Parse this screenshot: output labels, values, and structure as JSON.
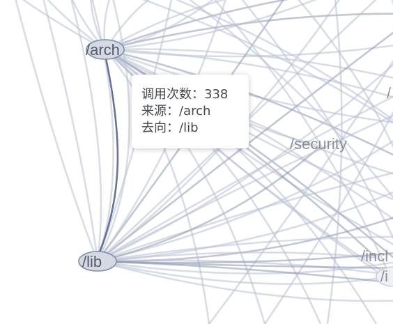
{
  "nodes": [
    {
      "id": "arch",
      "label": "/arch"
    },
    {
      "id": "lib",
      "label": "/lib"
    },
    {
      "id": "security",
      "label": "/security"
    },
    {
      "id": "include",
      "label": "/incl"
    },
    {
      "id": "i",
      "label": "/i"
    },
    {
      "id": "top_right",
      "label": "/"
    }
  ],
  "highlighted_edge": {
    "source": "arch",
    "target": "lib"
  },
  "tooltip": {
    "calls_label": "调用次数：",
    "calls_value": "338",
    "source_label": "来源：",
    "source_value": "/arch",
    "target_label": "去向：",
    "target_value": "/lib"
  },
  "colors": {
    "edge": "#b8c0d2",
    "edge_highlight": "#5d6d8f",
    "node_fill": "#d4d9e4",
    "node_stroke": "#7f8aa6"
  }
}
